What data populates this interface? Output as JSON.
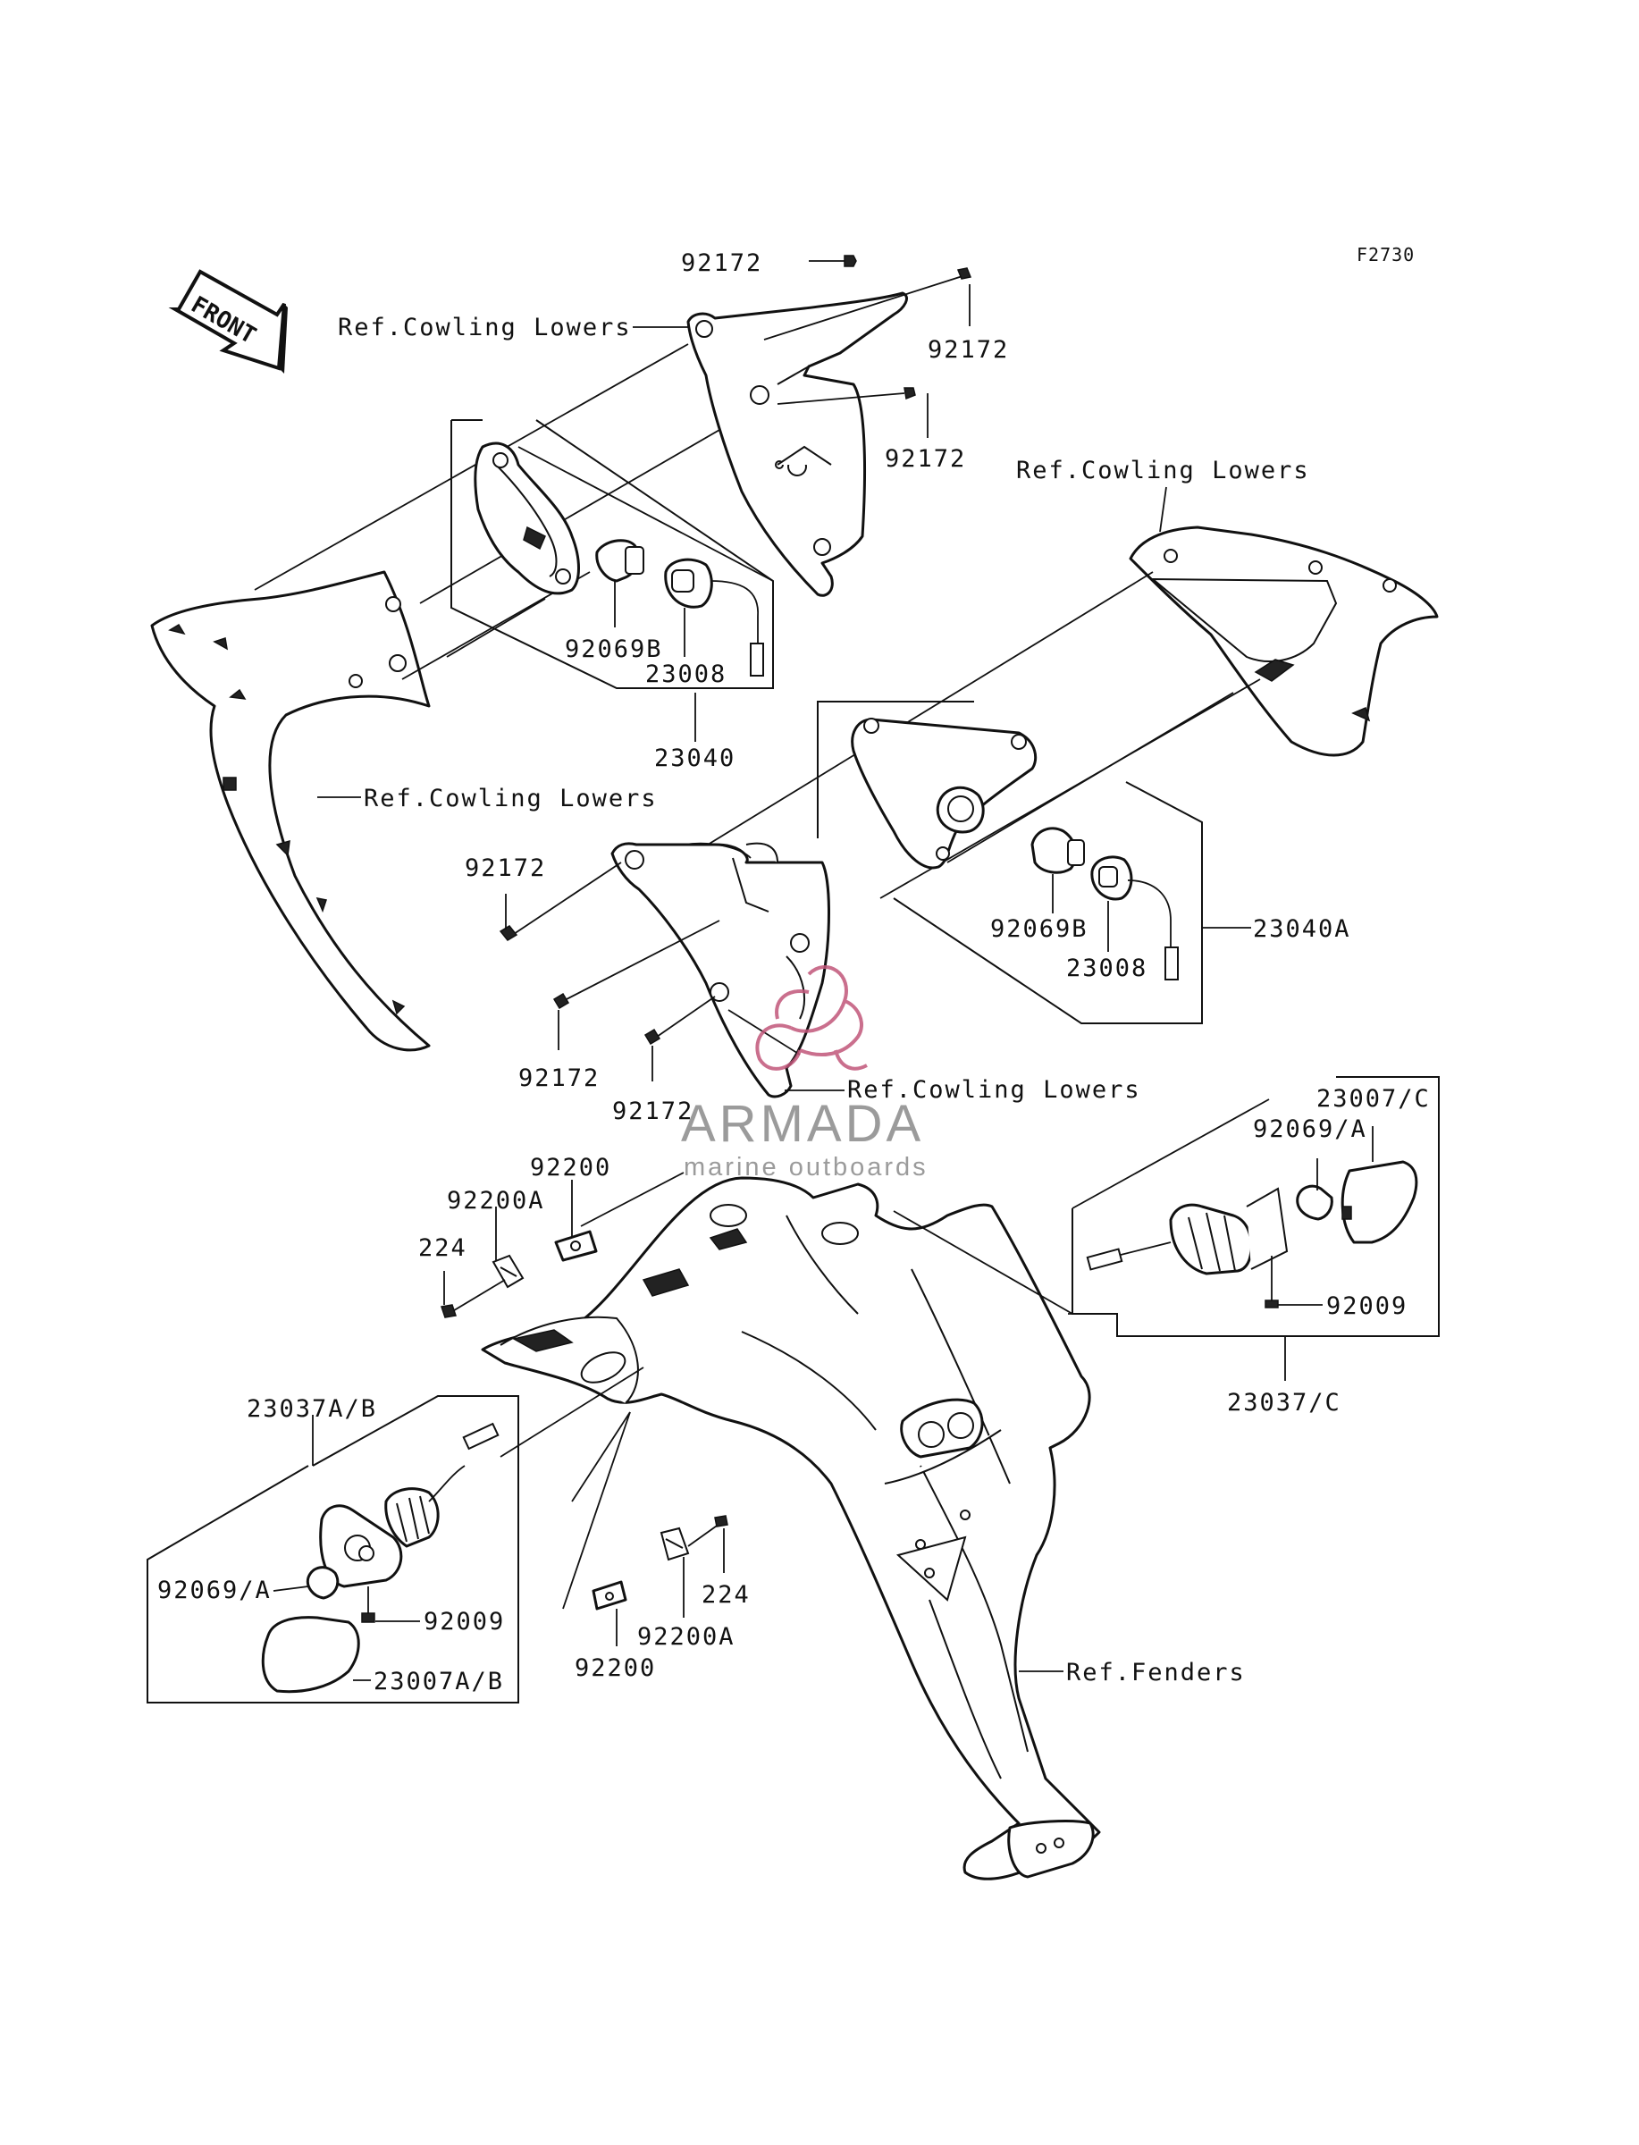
{
  "diagram_code": "F2730",
  "front_arrow_label": "FRONT",
  "watermark": {
    "brand": "ARMADA",
    "tagline": "marine outboards",
    "logo_color": "#c1567a",
    "text_color": "#8a8a8a"
  },
  "labels": {
    "p92172_a": "92172",
    "p92172_b": "92172",
    "p92172_c": "92172",
    "p92172_d": "92172",
    "p92172_e": "92172",
    "p92172_f": "92172",
    "ref_cowling_1": "Ref.Cowling Lowers",
    "ref_cowling_2": "Ref.Cowling Lowers",
    "ref_cowling_3": "Ref.Cowling Lowers",
    "ref_cowling_4": "Ref.Cowling Lowers",
    "p92069b_left": "92069B",
    "p23008_left": "23008",
    "p23040": "23040",
    "p92069b_right": "92069B",
    "p23008_right": "23008",
    "p23040a": "23040A",
    "p23007c": "23007/C",
    "p92069a_right": "92069/A",
    "p92009_right": "92009",
    "p23037c": "23037/C",
    "p92200_top": "92200",
    "p92200a_top": "92200A",
    "p224_top": "224",
    "p23037ab": "23037A/B",
    "p92069a_left": "92069/A",
    "p92009_left": "92009",
    "p23007ab": "23007A/B",
    "p224_bottom": "224",
    "p92200a_bottom": "92200A",
    "p92200_bottom": "92200",
    "ref_fenders": "Ref.Fenders"
  }
}
